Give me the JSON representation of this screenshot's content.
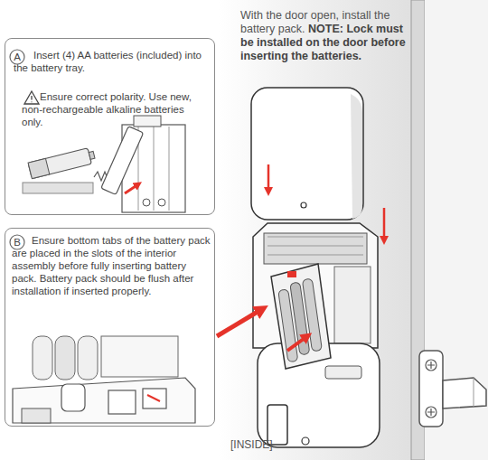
{
  "diagram": {
    "nodes": [
      {
        "text": [
          "Insert (4) AA batteries (included) into the battery tray.",
          "Ensure correct polarity. Use new, non-rechargeable alkaline batteries only."
        ]
      },
      {
        "text": [
          "A"
        ],
        "in": 0
      },
      {
        "text": [
          "Ensure bottom tabs of the battery pack are placed in the slots of the interior assembly before fully inserting battery pack. Battery pack should be flush after installation if inserted properly."
        ]
      },
      {
        "text": [
          "B"
        ],
        "in": 2
      }
    ],
    "labels": [
      "With the door open, install the battery pack.",
      "NOTE: Lock must be installed on the door before inserting the batteries.",
      "[INSIDE]"
    ]
  }
}
